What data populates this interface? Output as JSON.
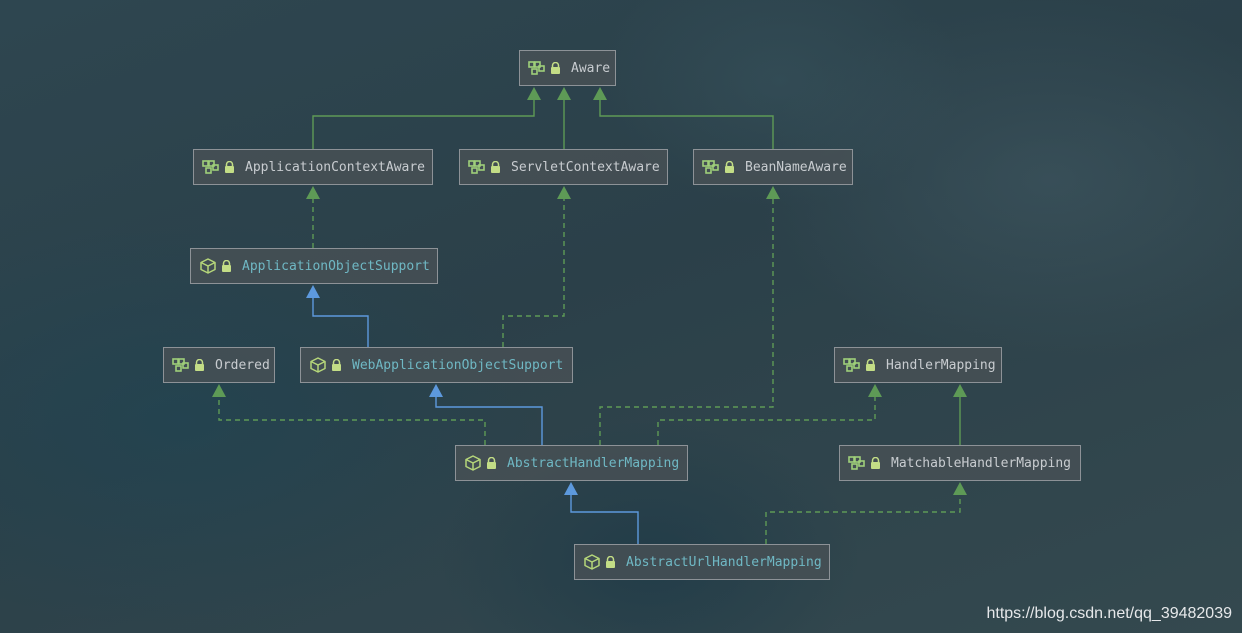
{
  "colors": {
    "interface_icon": "#9fcf7a",
    "class_icon": "#b5d67a",
    "lock_icon": "#c3dd86",
    "realize_edge": "#5e9a56",
    "extends_edge": "#5d99dd",
    "class_label": "#6fb8c4",
    "interface_label": "#c8ccd0"
  },
  "nodes": [
    {
      "id": "aware",
      "label": "Aware",
      "kind": "interface"
    },
    {
      "id": "appctx",
      "label": "ApplicationContextAware",
      "kind": "interface"
    },
    {
      "id": "servlet",
      "label": "ServletContextAware",
      "kind": "interface"
    },
    {
      "id": "bean",
      "label": "BeanNameAware",
      "kind": "interface"
    },
    {
      "id": "appobj",
      "label": "ApplicationObjectSupport",
      "kind": "class"
    },
    {
      "id": "ordered",
      "label": "Ordered",
      "kind": "interface"
    },
    {
      "id": "webapp",
      "label": "WebApplicationObjectSupport",
      "kind": "class"
    },
    {
      "id": "hm",
      "label": "HandlerMapping",
      "kind": "interface"
    },
    {
      "id": "ahm",
      "label": "AbstractHandlerMapping",
      "kind": "class"
    },
    {
      "id": "mhm",
      "label": "MatchableHandlerMapping",
      "kind": "interface"
    },
    {
      "id": "auhm",
      "label": "AbstractUrlHandlerMapping",
      "kind": "class"
    }
  ],
  "edges": [
    {
      "from": "appctx",
      "to": "aware",
      "type": "extends-interface"
    },
    {
      "from": "servlet",
      "to": "aware",
      "type": "extends-interface"
    },
    {
      "from": "bean",
      "to": "aware",
      "type": "extends-interface"
    },
    {
      "from": "appobj",
      "to": "appctx",
      "type": "implements"
    },
    {
      "from": "webapp",
      "to": "appobj",
      "type": "extends"
    },
    {
      "from": "webapp",
      "to": "servlet",
      "type": "implements"
    },
    {
      "from": "ahm",
      "to": "webapp",
      "type": "extends"
    },
    {
      "from": "ahm",
      "to": "ordered",
      "type": "implements"
    },
    {
      "from": "ahm",
      "to": "bean",
      "type": "implements"
    },
    {
      "from": "ahm",
      "to": "hm",
      "type": "implements"
    },
    {
      "from": "mhm",
      "to": "hm",
      "type": "extends-interface"
    },
    {
      "from": "auhm",
      "to": "ahm",
      "type": "extends"
    },
    {
      "from": "auhm",
      "to": "mhm",
      "type": "implements"
    }
  ],
  "watermark": "https://blog.csdn.net/qq_39482039"
}
